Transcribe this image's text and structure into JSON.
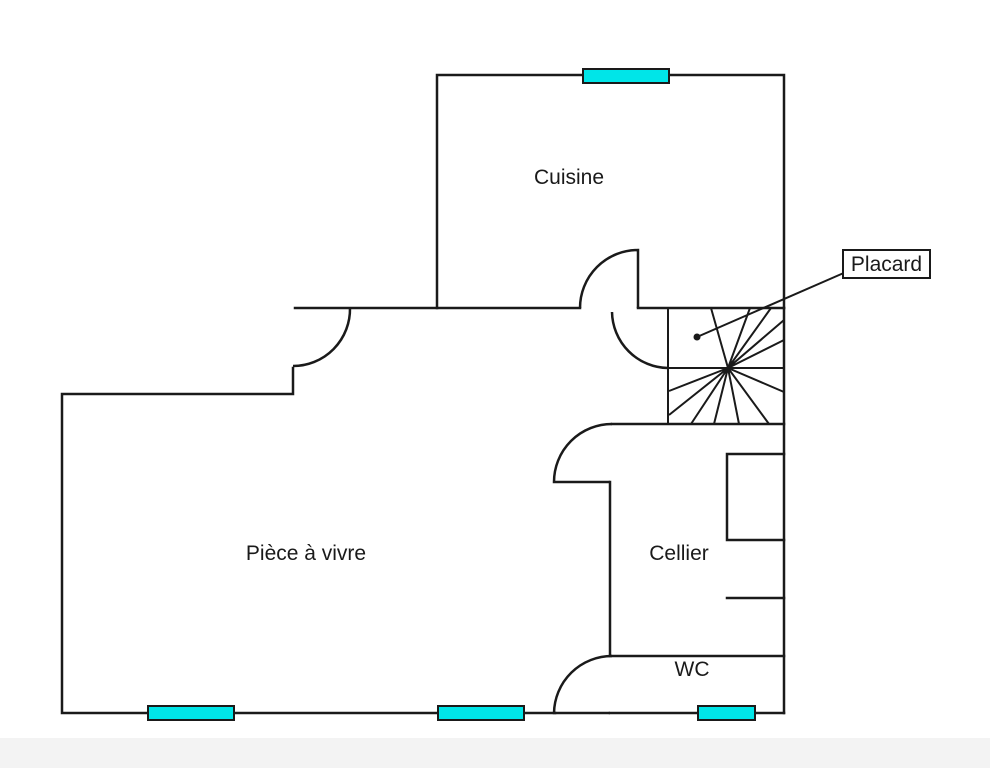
{
  "rooms": {
    "kitchen": "Cuisine",
    "living": "Pièce à vivre",
    "cellar": "Cellier",
    "wc": "WC"
  },
  "callouts": {
    "closet": "Placard"
  },
  "colors": {
    "wall": "#1a1a1a",
    "window": "#00e5e8",
    "background": "#ffffff"
  }
}
